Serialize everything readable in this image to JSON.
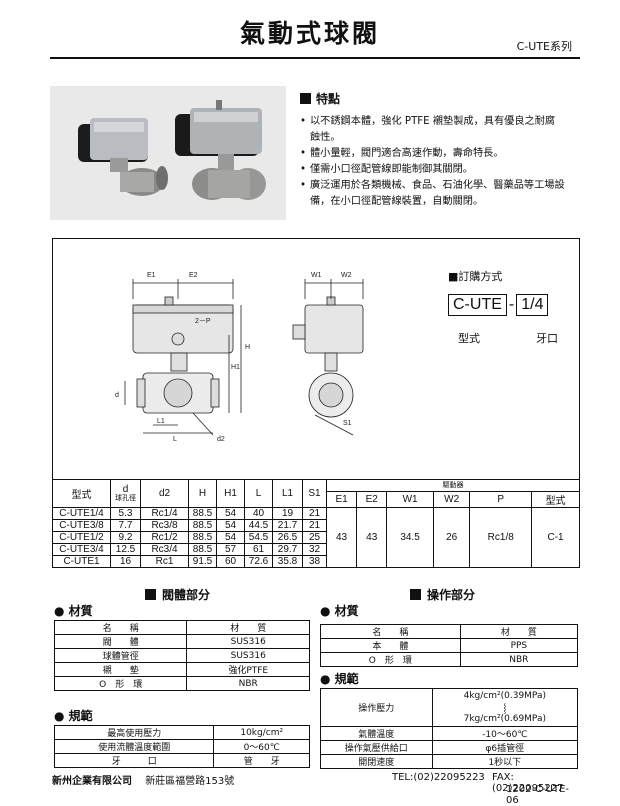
{
  "header": {
    "title": "氣動式球閥",
    "series": "C-UTE系列"
  },
  "features": {
    "heading": "特點",
    "items": [
      "以不銹鋼本體，強化 PTFE 襯墊製成，具有優良之耐腐蝕性。",
      "體小量輕，閥門適合高速作動，壽命特長。",
      "僅需小口徑配管線即能制御其關閉。",
      "廣泛運用於各類機械、食品、石油化學、醫藥品等工場設備，在小口徑配管線裝置，自動關閉。"
    ]
  },
  "drawing": {
    "labels": {
      "e1": "E1",
      "e2": "E2",
      "w1": "W1",
      "w2": "W2",
      "h": "H",
      "h1": "H1",
      "d": "d",
      "l": "L",
      "l1": "L1",
      "d2": "d2",
      "s1": "S1",
      "p": "2－P"
    }
  },
  "order": {
    "heading": "■訂購方式",
    "code_model": "C-UTE",
    "code_size": "1/4",
    "label_model": "型式",
    "label_size": "牙口"
  },
  "dim_table": {
    "headers": {
      "model": "型式",
      "d_top": "d",
      "d_sub": "球孔徑",
      "d2": "d2",
      "h": "H",
      "h1": "H1",
      "l": "L",
      "l1": "L1",
      "s1": "S1",
      "actuator": "驅動器",
      "e1": "E1",
      "e2": "E2",
      "w1": "W1",
      "w2": "W2",
      "p": "P",
      "type": "型式"
    },
    "rows": [
      [
        "C-UTE1/4",
        "5.3",
        "Rc1/4",
        "88.5",
        "54",
        "40",
        "19",
        "21"
      ],
      [
        "C-UTE3/8",
        "7.7",
        "Rc3/8",
        "88.5",
        "54",
        "44.5",
        "21.7",
        "21"
      ],
      [
        "C-UTE1/2",
        "9.2",
        "Rc1/2",
        "88.5",
        "54",
        "54.5",
        "26.5",
        "25"
      ],
      [
        "C-UTE3/4",
        "12.5",
        "Rc3/4",
        "88.5",
        "57",
        "61",
        "29.7",
        "32"
      ],
      [
        "C-UTE1",
        "16",
        "Rc1",
        "91.5",
        "60",
        "72.6",
        "35.8",
        "38"
      ]
    ],
    "actuator_values": {
      "e1": "43",
      "e2": "43",
      "w1": "34.5",
      "w2": "26",
      "p": "Rc1/8",
      "type": "C-1"
    }
  },
  "valve_section": {
    "heading": "閥體部分",
    "material_heading": "材質",
    "material_cols": [
      "名　　稱",
      "材　　質"
    ],
    "material_rows": [
      [
        "閥　　體",
        "SUS316"
      ],
      [
        "球體管徑",
        "SUS316"
      ],
      [
        "襯　　墊",
        "強化PTFE"
      ],
      [
        "O　形　環",
        "NBR"
      ]
    ],
    "spec_heading": "規範",
    "spec_rows": [
      [
        "最高使用壓力",
        "10kg/cm²"
      ],
      [
        "使用流體溫度範圍",
        "0～60℃"
      ],
      [
        "牙　　　口",
        "管　　牙"
      ]
    ]
  },
  "operation_section": {
    "heading": "操作部分",
    "material_heading": "材質",
    "material_cols": [
      "名　　稱",
      "材　　質"
    ],
    "material_rows": [
      [
        "本　　體",
        "PPS"
      ],
      [
        "O　形　環",
        "NBR"
      ]
    ],
    "spec_heading": "規範",
    "pressure_label": "操作壓力",
    "pressure_top": "4kg/cm²(0.39MPa)",
    "pressure_mid": "⸾",
    "pressure_bottom": "7kg/cm²(0.69MPa)",
    "spec_rows": [
      [
        "氣體溫度",
        "-10～60℃"
      ],
      [
        "操作氣壓供給口",
        "φ6插管徑"
      ],
      [
        "開閉速度",
        "1秒以下"
      ]
    ]
  },
  "footer": {
    "company": "新州企業有限公司",
    "address": "新莊區福營路153號",
    "tel": "TEL:(02)22095223",
    "fax": "FAX:(02)22095227",
    "doc_code": "1202-C-UTE-06"
  }
}
